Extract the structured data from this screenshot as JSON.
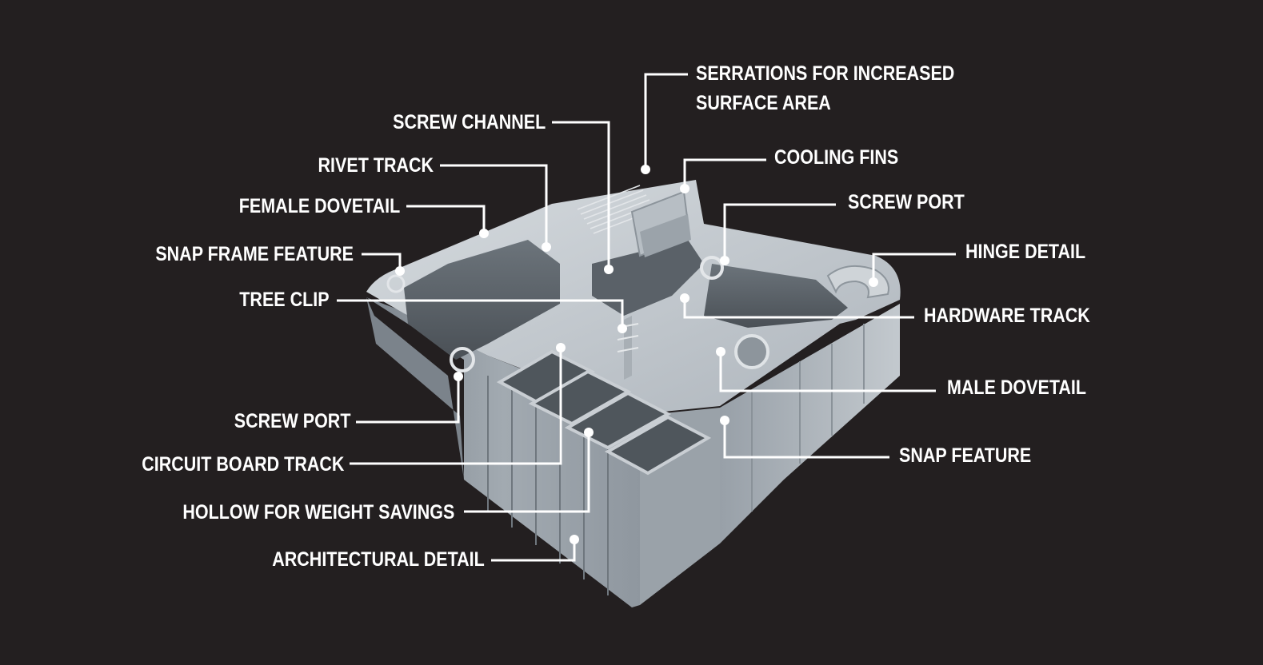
{
  "colors": {
    "background": "#231f20",
    "text": "#ffffff",
    "leader": "#ffffff",
    "metal_top": "#bfc5cb",
    "metal_side": "#8d959d",
    "metal_light": "#d3d8dc",
    "metal_dark": "#5e656c"
  },
  "callouts": {
    "serrations_line1": "SERRATIONS FOR INCREASED",
    "serrations_line2": "SURFACE AREA",
    "screw_channel": "SCREW CHANNEL",
    "cooling_fins": "COOLING FINS",
    "rivet_track": "RIVET TRACK",
    "female_dovetail": "FEMALE DOVETAIL",
    "screw_port_right": "SCREW PORT",
    "snap_frame_feature": "SNAP FRAME FEATURE",
    "hinge_detail": "HINGE DETAIL",
    "tree_clip": "TREE CLIP",
    "hardware_track": "HARDWARE TRACK",
    "male_dovetail": "MALE DOVETAIL",
    "screw_port_left": "SCREW PORT",
    "snap_feature": "SNAP FEATURE",
    "circuit_board_track": "CIRCUIT BOARD TRACK",
    "hollow_weight_savings": "HOLLOW FOR WEIGHT SAVINGS",
    "architectural_detail": "ARCHITECTURAL DETAIL"
  }
}
